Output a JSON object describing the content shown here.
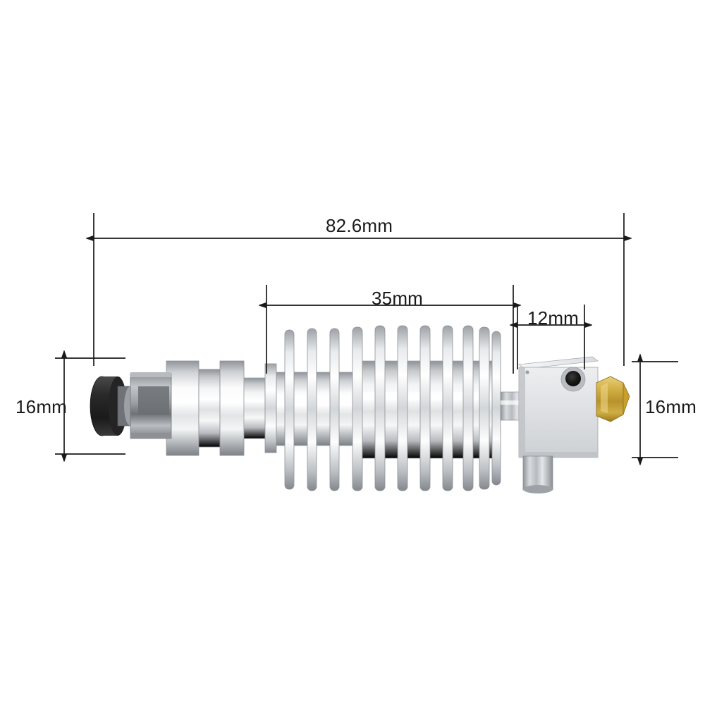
{
  "image": {
    "subject": "3D printer hotend assembly",
    "background_color": "#ffffff",
    "line_color": "#1a1a1a"
  },
  "dimensions": {
    "total_length": {
      "label": "82.6mm",
      "name": "overall-length"
    },
    "heatsink_length": {
      "label": "35mm",
      "name": "heatsink-length"
    },
    "heater_block_width": {
      "label": "12mm",
      "name": "heater-block-width"
    },
    "height_left": {
      "label": "16mm",
      "name": "coupler-height"
    },
    "height_right": {
      "label": "16mm",
      "name": "heater-block-height"
    }
  },
  "parts": {
    "coupler": {
      "name": "pneumatic-ptfe-coupler",
      "color": "#2b2b2b"
    },
    "hex_nut": {
      "name": "hex-nut",
      "color": "#9a9a9a"
    },
    "heatsink": {
      "name": "finned-heatsink",
      "color": "#d7d9db",
      "fin_count": 11
    },
    "heater_block": {
      "name": "heater-block",
      "color": "#c9cccf"
    },
    "thermistor_port": {
      "name": "thermistor-port",
      "color": "#1c1c1c"
    },
    "heater_cartridge": {
      "name": "heater-cartridge",
      "color": "#b5b8bb"
    },
    "nozzle": {
      "name": "brass-nozzle",
      "color": "#c9a227"
    }
  }
}
